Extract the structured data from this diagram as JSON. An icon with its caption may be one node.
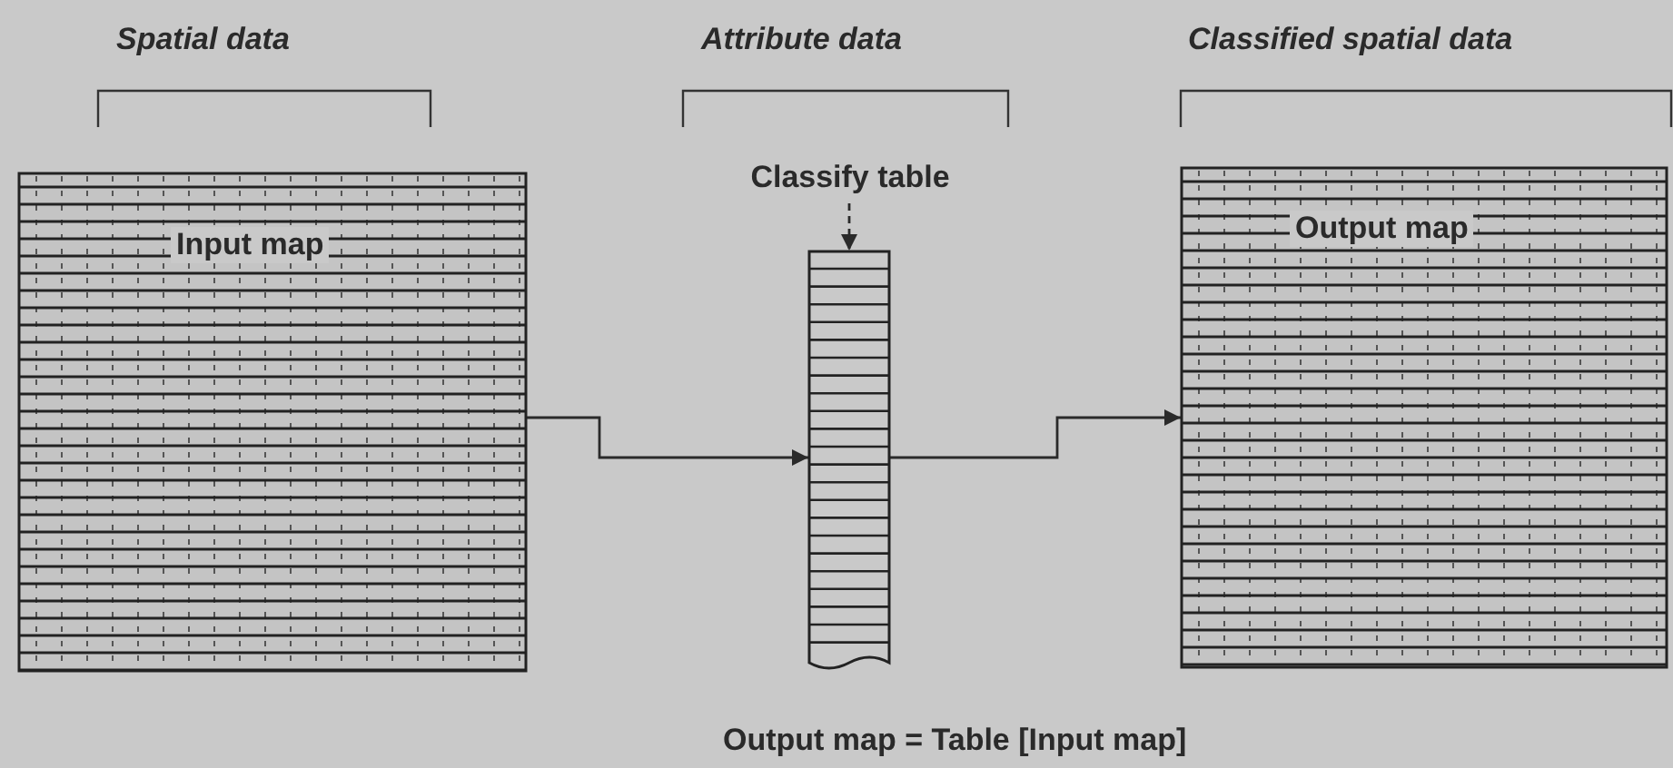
{
  "diagram": {
    "nodes": [
      {
        "text": [
          "Input map"
        ]
      },
      {
        "text": [
          "Classify table"
        ]
      },
      {
        "text": [],
        "shape": "box"
      },
      {
        "text": [
          "Output map"
        ]
      }
    ],
    "edges": [
      {
        "from": 0,
        "to": 2,
        "arrow": "to"
      },
      {
        "from": 2,
        "to": 3,
        "arrow": "to"
      },
      {
        "from": 1,
        "to": 2,
        "arrow": "to",
        "style": "dashed"
      }
    ],
    "labels": [
      "Spatial data",
      "Attribute data",
      "Classified spatial data",
      "Output map = Table [Input map]"
    ]
  }
}
